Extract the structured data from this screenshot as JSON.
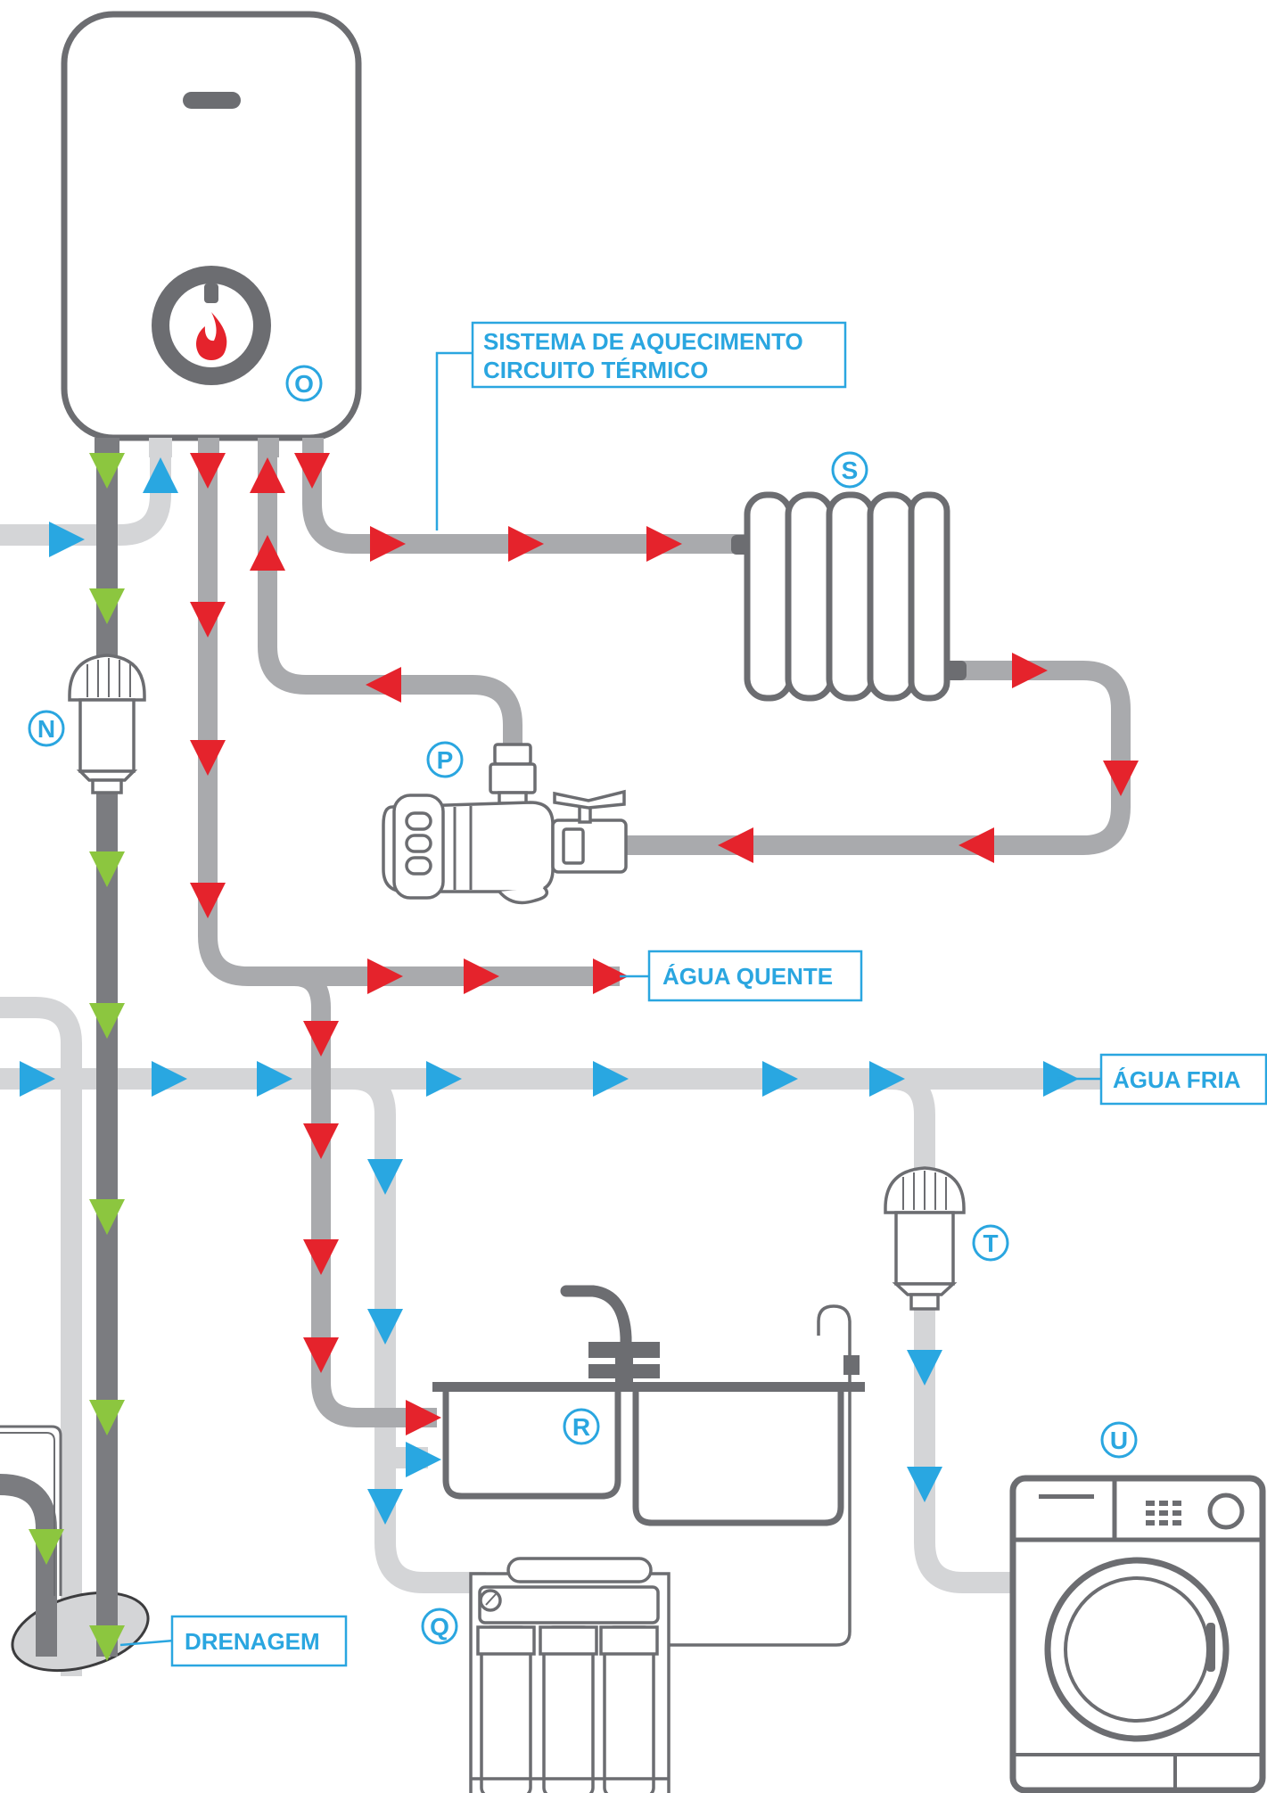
{
  "labels": {
    "heating_line1": "SISTEMA DE AQUECIMENTO",
    "heating_line2": "CIRCUITO TÉRMICO",
    "hot_water": "ÁGUA QUENTE",
    "cold_water": "ÁGUA FRIA",
    "drainage": "DRENAGEM"
  },
  "markers": {
    "boiler": "O",
    "drain_filter": "N",
    "pump": "P",
    "osmosis_filter": "Q",
    "sink": "R",
    "radiator": "S",
    "washer_filter": "T",
    "washing_machine": "U"
  },
  "colors": {
    "hot_arrow": "#e5232c",
    "cold_arrow": "#29a7e1",
    "drain_arrow": "#8cc63f",
    "label": "#2aa6e0",
    "hot_pipe": "#a9aaad",
    "cold_pipe": "#d4d5d7",
    "drain_pipe": "#7b7c80",
    "outline": "#6c6d71"
  }
}
